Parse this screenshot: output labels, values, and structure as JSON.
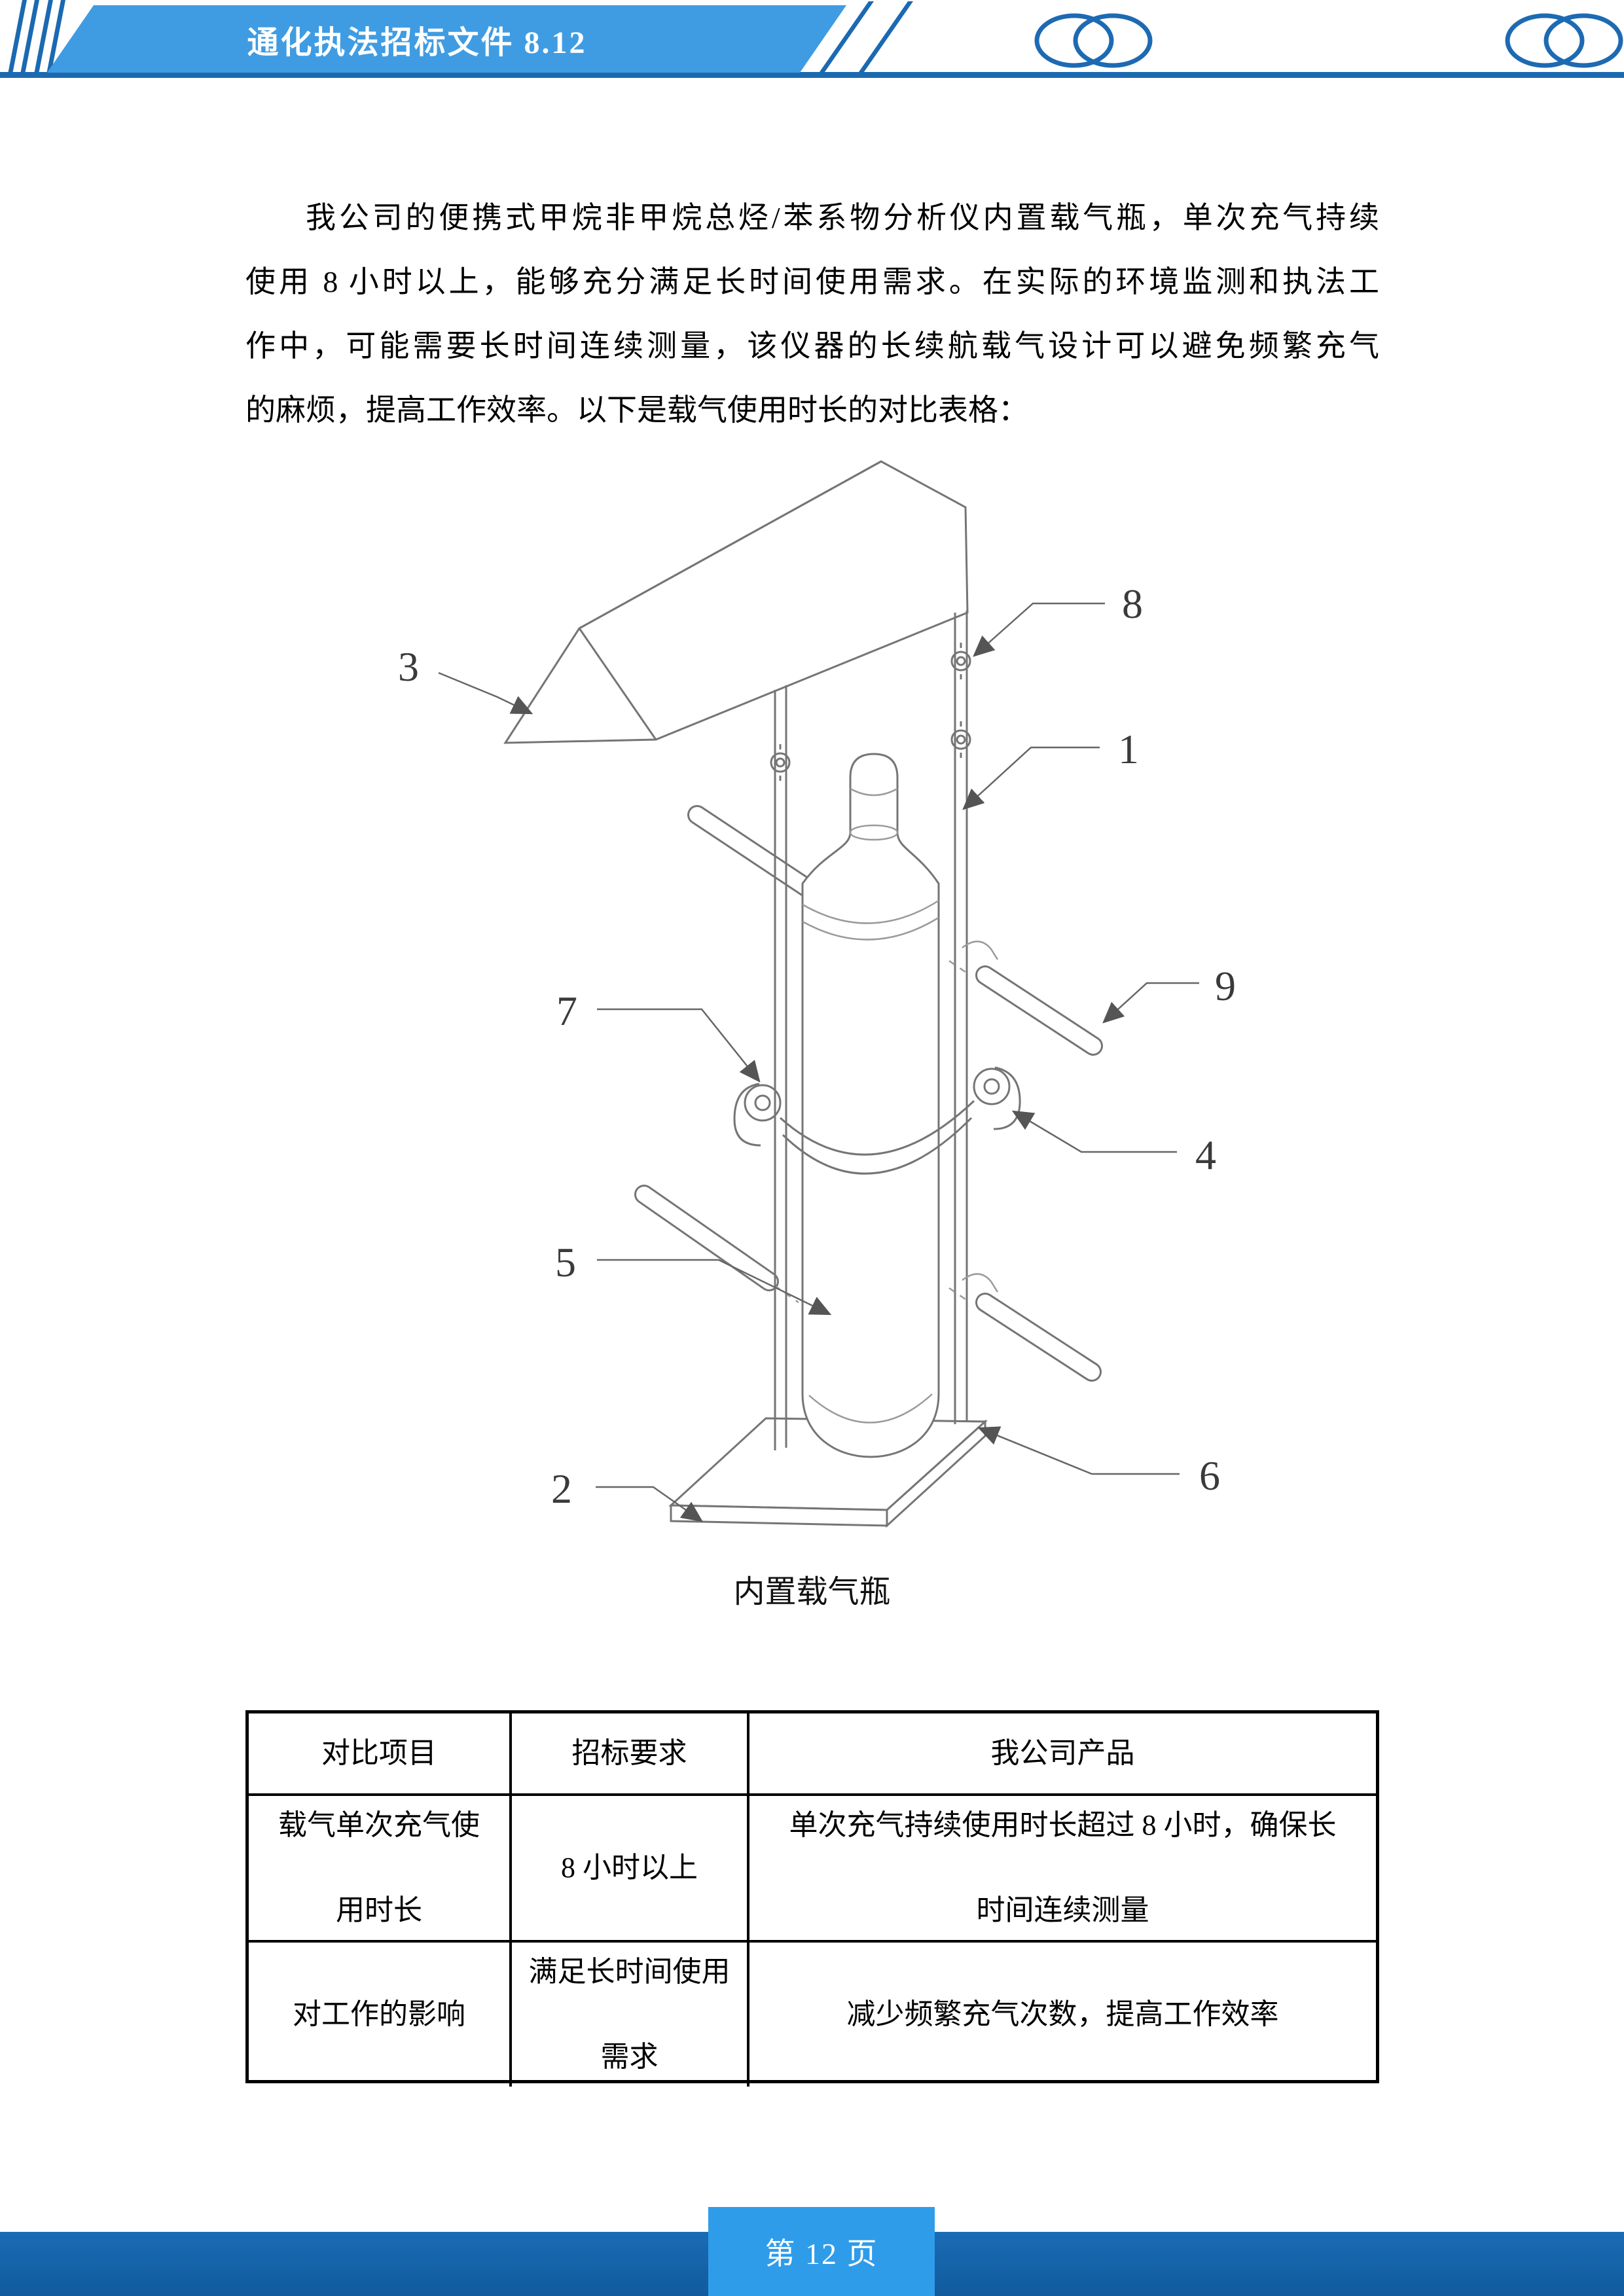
{
  "header": {
    "banner_title": "通化执法招标文件 8.12"
  },
  "paragraph": {
    "lines": [
      "我公司的便携式甲烷非甲烷总烃/苯系物分析仪内置载气瓶，单次充气持续",
      "使用 8 小时以上，能够充分满足长时间使用需求。在实际的环境监测和执法工",
      "作中，可能需要长时间连续测量，该仪器的长续航载气设计可以避免频繁充气",
      "的麻烦，提高工作效率。以下是载气使用时长的对比表格："
    ]
  },
  "figure": {
    "caption": "内置载气瓶",
    "labels": [
      "1",
      "2",
      "3",
      "4",
      "5",
      "6",
      "7",
      "8",
      "9"
    ]
  },
  "table": {
    "headers": [
      "对比项目",
      "招标要求",
      "我公司产品"
    ],
    "rows": [
      {
        "cells": [
          [
            "载气单次充气使",
            "用时长"
          ],
          [
            "8 小时以上"
          ],
          [
            "单次充气持续使用时长超过 8 小时，确保长",
            "时间连续测量"
          ]
        ]
      },
      {
        "cells": [
          [
            "对工作的影响"
          ],
          [
            "满足长时间使用",
            "需求"
          ],
          [
            "减少频繁充气次数，提高工作效率"
          ]
        ]
      }
    ]
  },
  "footer": {
    "page_label": "第 12 页"
  },
  "colors": {
    "banner_blue": "#3f9ce2",
    "accent_dark_blue": "#1b69b1",
    "footer_band": "#1566ae",
    "footer_badge": "#2f9ce9"
  }
}
